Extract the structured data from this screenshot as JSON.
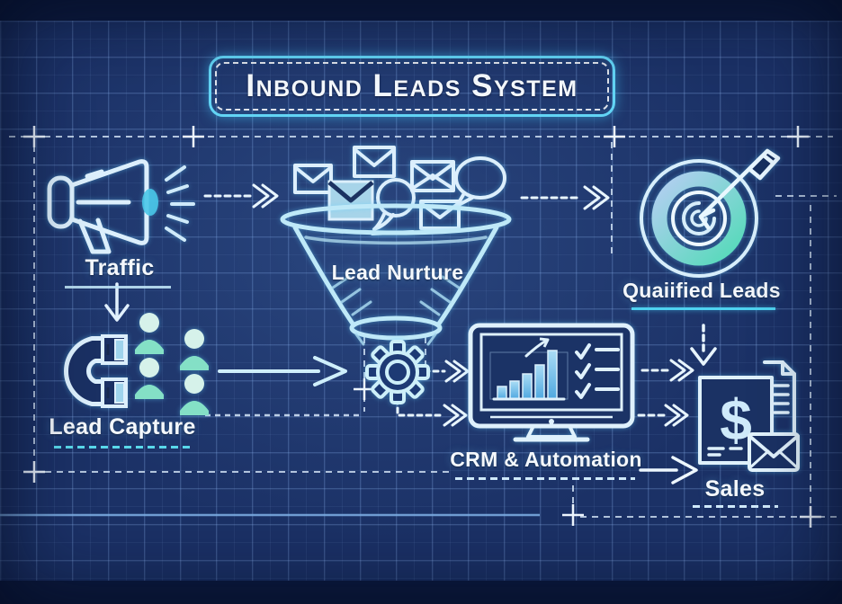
{
  "title": "Inbound Leads System",
  "nodes": {
    "traffic": {
      "label": "Traffic",
      "icon": "megaphone-icon"
    },
    "lead_capture": {
      "label": "Lead Capture",
      "icon": "magnet-people-icon"
    },
    "lead_nurture": {
      "label": "Lead Nurture",
      "icon": "funnel-emails-icon"
    },
    "crm_automation": {
      "label": "CRM & Automation",
      "icon": "monitor-analytics-icon"
    },
    "qualified_leads": {
      "label": "Quaiified Leads",
      "icon": "target-arrow-icon"
    },
    "sales": {
      "label": "Sales",
      "dollar": "$",
      "icon": "invoice-envelope-icon"
    }
  },
  "connections": [
    {
      "from": "traffic",
      "to": "lead_nurture",
      "style": "dashed-arrow"
    },
    {
      "from": "traffic",
      "to": "lead_capture",
      "style": "solid-arrow-down"
    },
    {
      "from": "lead_nurture",
      "to": "qualified_leads",
      "style": "dashed-arrow"
    },
    {
      "from": "lead_capture",
      "to": "lead_nurture",
      "style": "solid-arrow"
    },
    {
      "from": "lead_nurture",
      "to": "crm_automation",
      "style": "dashed-arrows-via-gear"
    },
    {
      "from": "crm_automation",
      "to": "sales",
      "style": "dashed-and-solid-arrows"
    },
    {
      "from": "qualified_leads",
      "to": "sales",
      "style": "dashed-arrow-down"
    }
  ],
  "icons": [
    "megaphone-icon",
    "sound-waves-icon",
    "magnet-icon",
    "people-icon",
    "envelope-icon",
    "filled-envelope-icon",
    "chat-bubble-icon",
    "thought-bubble-icon",
    "funnel-icon",
    "gear-icon",
    "monitor-icon",
    "bar-chart-icon",
    "trend-arrow-icon",
    "checklist-icon",
    "target-icon",
    "dart-arrow-icon",
    "invoice-icon",
    "dollar-icon",
    "mail-icon"
  ],
  "colors": {
    "background": "#152a5e",
    "dark_band": "#0c1a3e",
    "grid_line": "#2e4c8a",
    "stroke_light": "#dceffc",
    "accent_cyan": "#55d8f5",
    "teal_fill": "#7fe3c9",
    "ring_gradient": [
      "#b4cff2",
      "#53dab8"
    ],
    "bar_fill": [
      "#aadcf5",
      "#4fa8e0"
    ],
    "label_text": "#f4f8fc"
  }
}
